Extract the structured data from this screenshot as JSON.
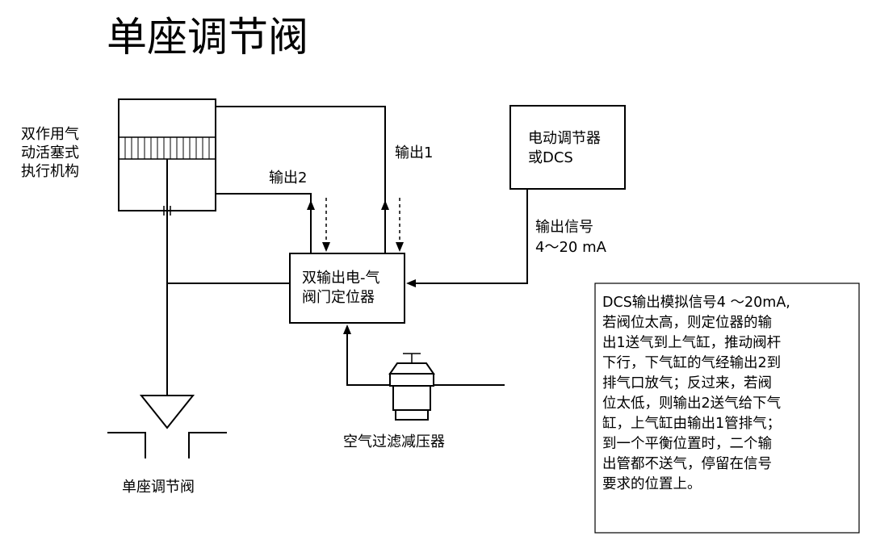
{
  "title": "单座调节阀",
  "actuator_label": [
    "双作用气",
    "动活塞式",
    "执行机构"
  ],
  "output1_label": "输出1",
  "output2_label": "输出2",
  "controller_label": [
    "电动调节器",
    "或DCS"
  ],
  "signal_label": [
    "输出信号",
    "4～20 mA"
  ],
  "positioner_label": [
    "双输出电-气",
    "阀门定位器"
  ],
  "regulator_label": "空气过滤减压器",
  "valve_label": "单座调节阀",
  "note_lines": [
    "DCS输出模拟信号4 ～20mA,",
    "若阀位太高，则定位器的输",
    "出1送气到上气缸，推动阀杆",
    "下行，下气缸的气经输出2到",
    "排气口放气；反过来，若阀",
    "位太低，则输出2送气给下气",
    "缸，上气缸由输出1管排气；",
    "到一个平衡位置时，二个输",
    "出管都不送气，停留在信号",
    "要求的位置上。"
  ]
}
